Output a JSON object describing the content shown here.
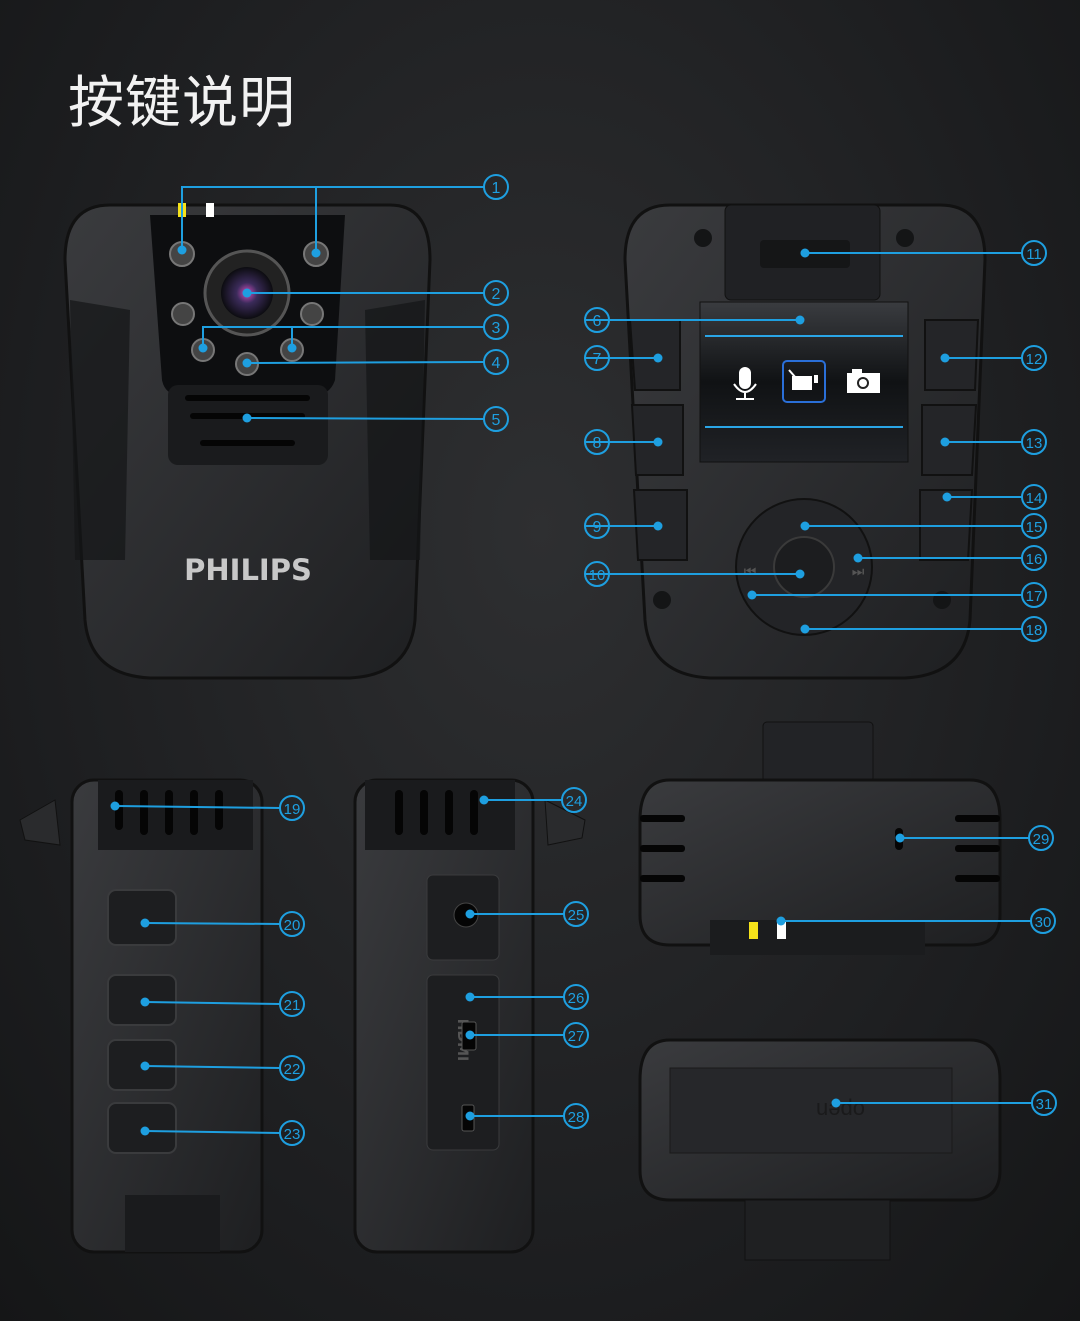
{
  "title": "按键说明",
  "brand": "PHILIPS",
  "port_label": "HDMI",
  "battery_label": "open",
  "screen_icons": [
    "microphone-icon",
    "video-camera-icon",
    "camera-icon"
  ],
  "callouts": [
    "1",
    "2",
    "3",
    "4",
    "5",
    "6",
    "7",
    "8",
    "9",
    "10",
    "11",
    "12",
    "13",
    "14",
    "15",
    "16",
    "17",
    "18",
    "19",
    "20",
    "21",
    "22",
    "23",
    "24",
    "25",
    "26",
    "27",
    "28",
    "29",
    "30",
    "31"
  ],
  "colors": {
    "accent": "#1e9fe0",
    "background": "#1e1f21",
    "device": "#2a2b2d"
  }
}
